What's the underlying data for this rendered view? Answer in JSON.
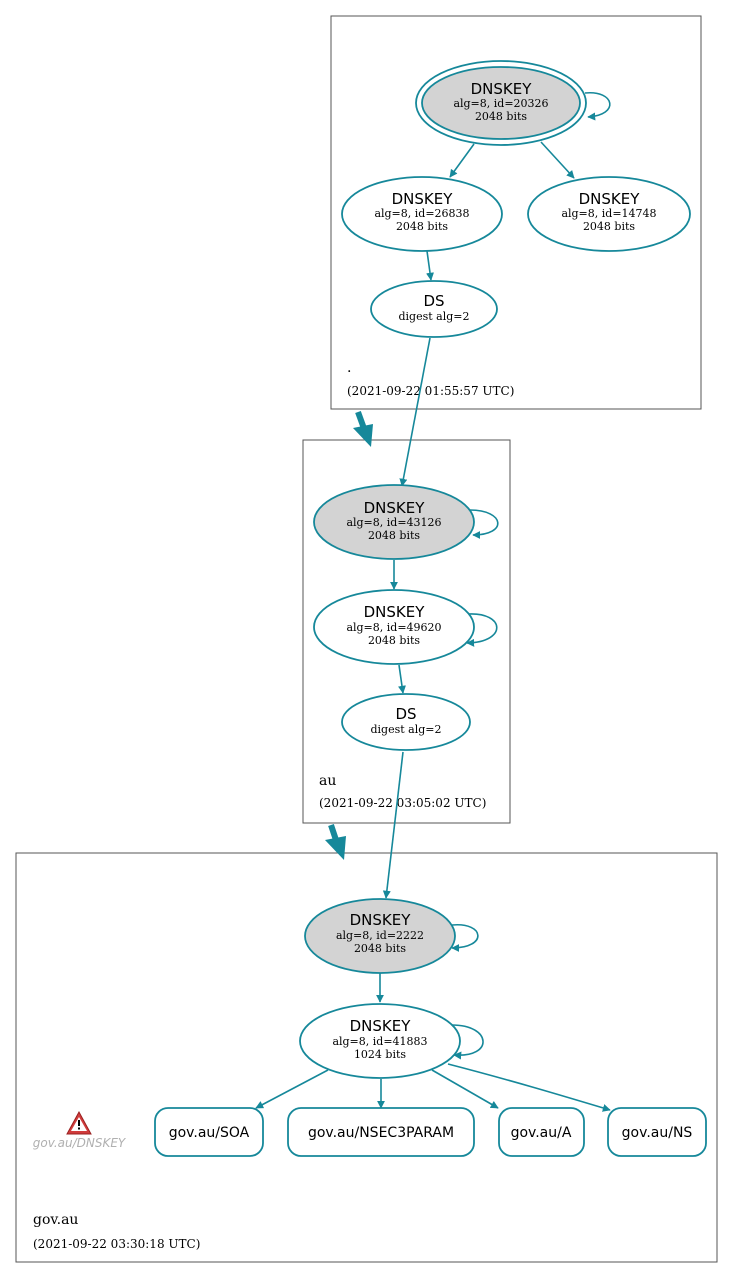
{
  "zones": {
    "root": {
      "name": ".",
      "time": "(2021-09-22 01:55:57 UTC)"
    },
    "au": {
      "name": "au",
      "time": "(2021-09-22 03:05:02 UTC)"
    },
    "gov": {
      "name": "gov.au",
      "time": "(2021-09-22 03:30:18 UTC)"
    }
  },
  "nodes": {
    "root_ksk": {
      "title": "DNSKEY",
      "line1": "alg=8, id=20326",
      "line2": "2048 bits"
    },
    "root_zsk1": {
      "title": "DNSKEY",
      "line1": "alg=8, id=26838",
      "line2": "2048 bits"
    },
    "root_zsk2": {
      "title": "DNSKEY",
      "line1": "alg=8, id=14748",
      "line2": "2048 bits"
    },
    "root_ds": {
      "title": "DS",
      "line1": "digest alg=2"
    },
    "au_ksk": {
      "title": "DNSKEY",
      "line1": "alg=8, id=43126",
      "line2": "2048 bits"
    },
    "au_zsk": {
      "title": "DNSKEY",
      "line1": "alg=8, id=49620",
      "line2": "2048 bits"
    },
    "au_ds": {
      "title": "DS",
      "line1": "digest alg=2"
    },
    "gov_ksk": {
      "title": "DNSKEY",
      "line1": "alg=8, id=2222",
      "line2": "2048 bits"
    },
    "gov_zsk": {
      "title": "DNSKEY",
      "line1": "alg=8, id=41883",
      "line2": "1024 bits"
    }
  },
  "records": {
    "soa": "gov.au/SOA",
    "nsec3param": "gov.au/NSEC3PARAM",
    "a": "gov.au/A",
    "ns": "gov.au/NS"
  },
  "warning": {
    "label": "gov.au/DNSKEY",
    "icon": "warning-triangle-icon"
  },
  "colors": {
    "edge": "#16889a",
    "ksk_fill": "#d3d3d3",
    "warning_red": "#d13c3c"
  }
}
